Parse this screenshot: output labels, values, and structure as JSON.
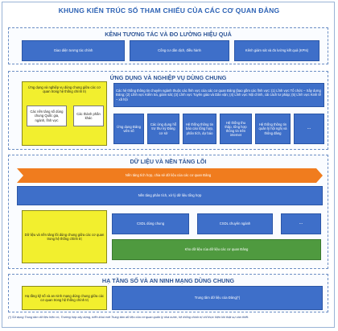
{
  "title": "KHUNG KIẾN TRÚC SỐ THAM CHIẾU CỦA CÁC CƠ QUAN ĐẢNG",
  "interaction": {
    "title": "KÊNH TƯƠNG TÁC VÀ ĐO LƯỜNG HIỆU QUẢ",
    "boxes": [
      "Giao diện tương tác chính",
      "Cổng cư dân dịch, điều hành",
      "Kênh giám sát và đo lường kết quả (KPIs)"
    ]
  },
  "applications": {
    "title": "ỨNG DỤNG VÀ NGHIỆP VỤ DÙNG CHUNG",
    "left_box": "Ứng dụng và nghiệp vụ dùng chung giữa các cơ quan trong hệ thống chính trị",
    "left_sub1": "Các nền tảng số dùng chung Quốc gia, ngành, lĩnh vực",
    "left_sub2": "Các thành phần khác",
    "top_box": "Các hệ thống thông tin chuyên ngành thuộc các lĩnh vực của các cơ quan Đảng (bao gồm các lĩnh vực: (1) Lĩnh vực Tổ chức – Xây dựng Đảng; (2) Lĩnh vực Kiểm tra, giám sát; (3) Lĩnh vực Tuyên giáo và Dân vận; (4) Lĩnh vực Nội chính, cải cách tư pháp; (5) Lĩnh vực Kinh tế – xã hội",
    "row_boxes": [
      "Ứng dụng Đảng viên số",
      "Các ứng dụng hỗ trợ thư ký Đảng cơ sở",
      "Hệ thống thông tin báo cáo tổng hợp, phân tích, dự báo",
      "Hệ thống thu thập, tổng hợp thông tin trên internet",
      "Hệ thống thông tin quản lý hội nghị và thông đảng",
      "..."
    ]
  },
  "data": {
    "title": "DỮ LIỆU VÀ NỀN TẢNG LÕI",
    "orange_bar": "Nền tảng tích hợp, chia sẻ dữ liệu của các cơ quan Đảng",
    "blue_bar": "Nền tảng phân tích, xử lý dữ liệu tổng hợp",
    "yellow_box": "Dữ liệu và nền tảng lõi dùng chung giữa các cơ quan trong hệ thống chính trị",
    "db_boxes": [
      "CSDL dùng chung",
      "CSDL chuyên ngành",
      "..."
    ],
    "green_bar": "Kho dữ liệu của dữ liệu các cơ quan Đảng"
  },
  "infra": {
    "title": "HẠ TẦNG SỐ VÀ AN NINH MẠNG DÙNG CHUNG",
    "yellow_box": "Hạ tầng kỹ số và an ninh mạng dùng chung giữa các cơ quan trong hệ thống chính trị",
    "blue_box": "Trung tâm dữ liệu của Đảng(*)"
  },
  "footnote": "(*) Sử dụng Trung tâm dữ liệu hiện có, Trường hợp xây dựng, triển khai mới Trung tâm dữ liệu của cơ quan quản lý nhà nước, hệ thống chính trị chỉ thực hiện khi thật sự cần thiết."
}
